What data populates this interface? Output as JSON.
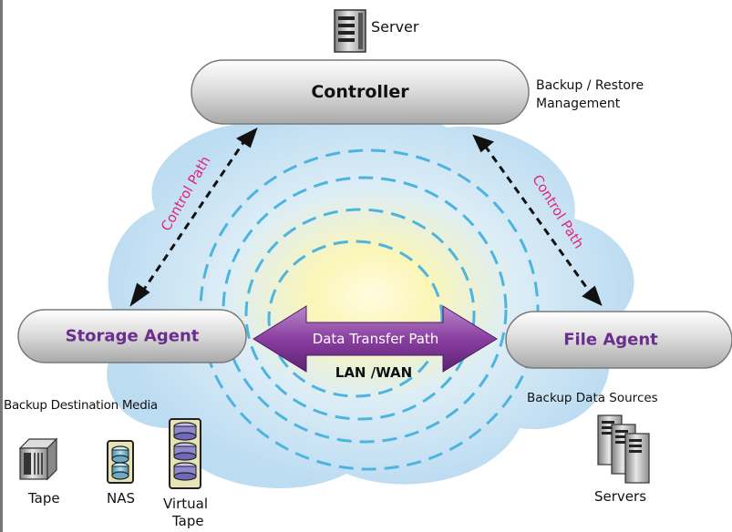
{
  "server": {
    "label": "Server"
  },
  "controller": {
    "label": "Controller",
    "note_line1": "Backup  / Restore",
    "note_line2": "Management"
  },
  "control_path": {
    "left_label": "Control Path",
    "right_label": "Control Path"
  },
  "storage_agent": {
    "label": "Storage Agent"
  },
  "file_agent": {
    "label": "File Agent"
  },
  "data_transfer": {
    "label": "Data Transfer Path",
    "sublabel": "LAN /WAN"
  },
  "destinations": {
    "title": "Backup Destination Media",
    "items": [
      {
        "label": "Tape",
        "icon": "tape-drive-icon"
      },
      {
        "label": "NAS",
        "icon": "nas-icon"
      },
      {
        "label_line1": "Virtual",
        "label_line2": "Tape",
        "icon": "virtual-tape-icon"
      }
    ]
  },
  "sources": {
    "title": "Backup  Data Sources",
    "servers_label": "Servers",
    "icon": "servers-icon"
  },
  "colors": {
    "agent_text": "#6b2d8e",
    "control_path": "#e0267a",
    "arrow": "#8a3fa0",
    "ring": "#4db4e0",
    "cloud": "#bcdcf2"
  }
}
